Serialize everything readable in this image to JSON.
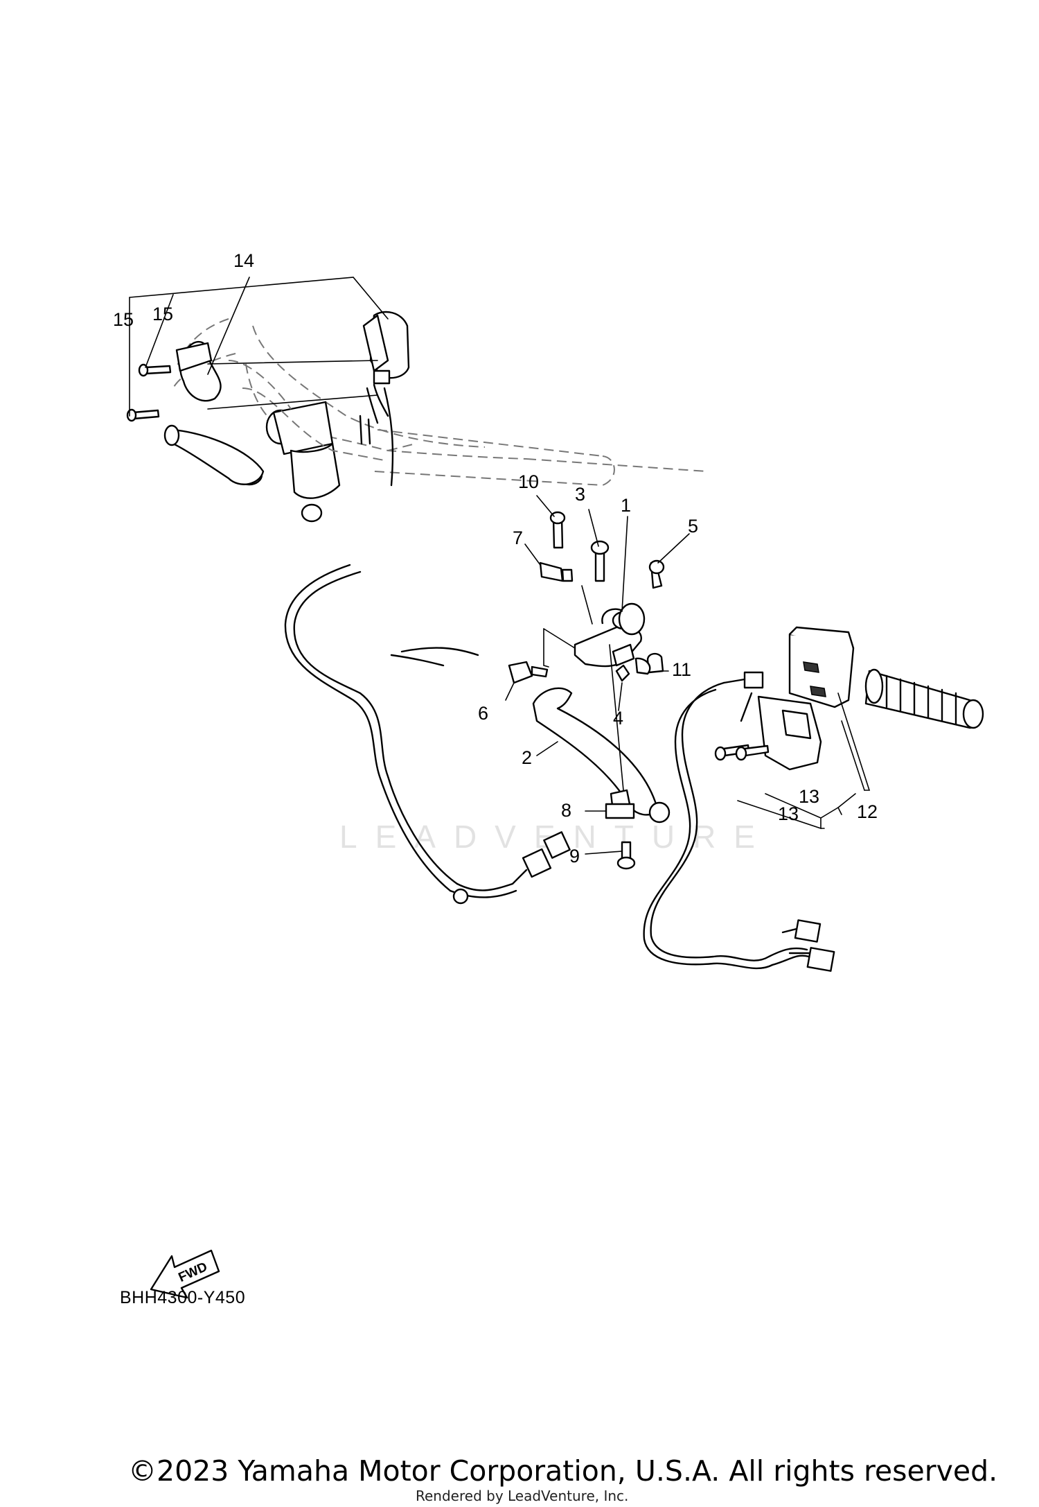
{
  "callouts": [
    {
      "id": "1",
      "label": "1"
    },
    {
      "id": "2",
      "label": "2"
    },
    {
      "id": "3",
      "label": "3"
    },
    {
      "id": "4",
      "label": "4"
    },
    {
      "id": "5",
      "label": "5"
    },
    {
      "id": "6",
      "label": "6"
    },
    {
      "id": "7",
      "label": "7"
    },
    {
      "id": "8",
      "label": "8"
    },
    {
      "id": "9",
      "label": "9"
    },
    {
      "id": "10",
      "label": "10"
    },
    {
      "id": "11",
      "label": "11"
    },
    {
      "id": "12",
      "label": "12"
    },
    {
      "id": "13a",
      "label": "13"
    },
    {
      "id": "13b",
      "label": "13"
    },
    {
      "id": "14",
      "label": "14"
    },
    {
      "id": "15a",
      "label": "15"
    },
    {
      "id": "15b",
      "label": "15"
    }
  ],
  "forward_arrow": {
    "label": "FWD"
  },
  "diagram_code": "BHH4300-Y450",
  "watermark": "LEADVENTURE",
  "copyright": "©2023 Yamaha Motor Corporation, U.S.A. All rights reserved.",
  "rendered_by": "Rendered by LeadVenture, Inc."
}
